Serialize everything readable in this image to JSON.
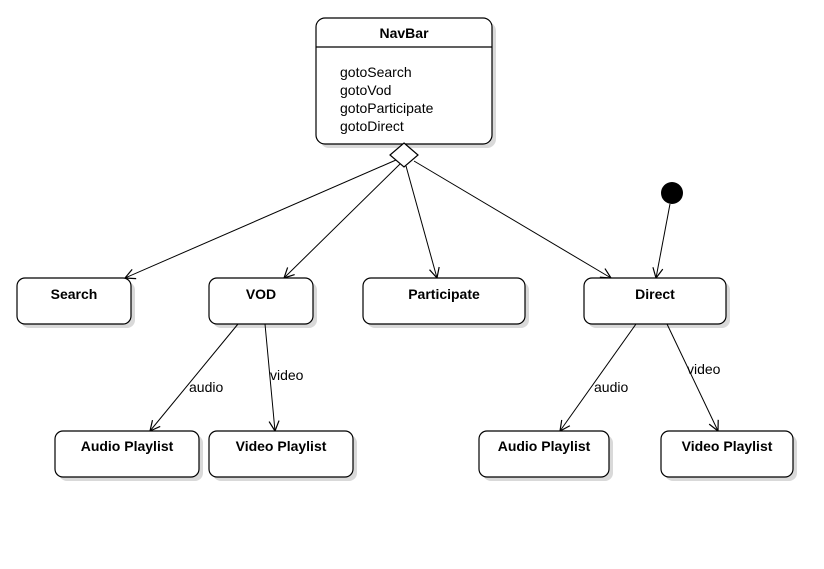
{
  "colors": {
    "stroke": "#000000",
    "fill": "#ffffff",
    "shadow": "#d9d9d9",
    "initial_node": "#000000"
  },
  "navbar": {
    "title": "NavBar",
    "methods": [
      "gotoSearch",
      "gotoVod",
      "gotoParticipate",
      "gotoDirect"
    ]
  },
  "nodes": {
    "search": "Search",
    "vod": "VOD",
    "participate": "Participate",
    "direct": "Direct",
    "vod_audio_playlist": "Audio Playlist",
    "vod_video_playlist": "Video Playlist",
    "direct_audio_playlist": "Audio Playlist",
    "direct_video_playlist": "Video Playlist"
  },
  "edge_labels": {
    "vod_audio": "audio",
    "vod_video": "video",
    "direct_audio": "audio",
    "direct_video": "video"
  },
  "icons": {
    "aggregation": "diamond-icon",
    "initial_state": "filled-circle-icon"
  }
}
